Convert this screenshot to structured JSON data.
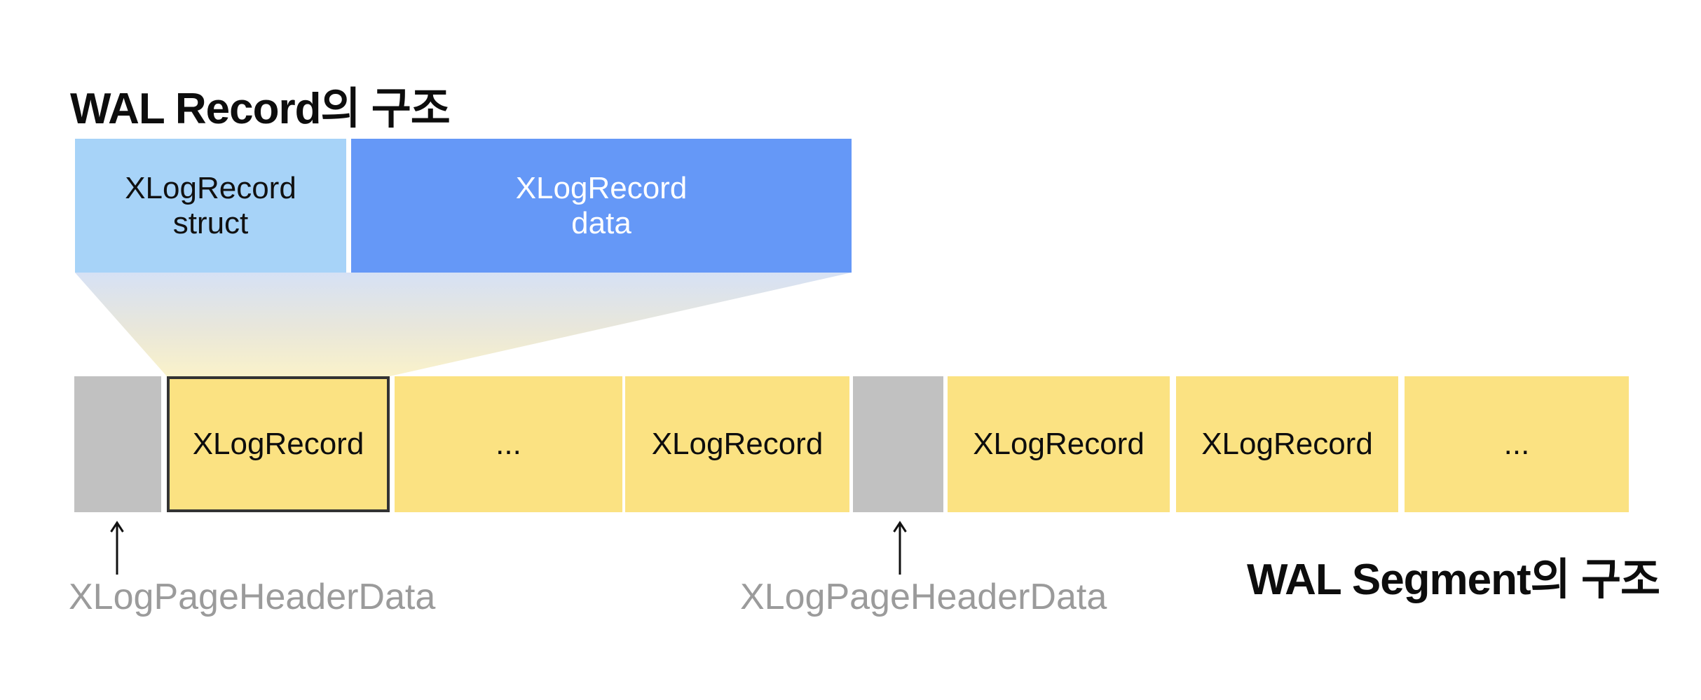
{
  "record_structure": {
    "title": "WAL Record의 구조",
    "boxes": [
      {
        "id": "struct",
        "label": "XLogRecord\nstruct",
        "fill": "#a7d3f8",
        "text_color": "#111111"
      },
      {
        "id": "data",
        "label": "XLogRecord\ndata",
        "fill": "#6598f7",
        "text_color": "#ffffff"
      }
    ]
  },
  "segment_structure": {
    "title": "WAL Segment의 구조",
    "cells": [
      {
        "type": "page-header",
        "label": ""
      },
      {
        "type": "record",
        "label": "XLogRecord",
        "highlighted": true
      },
      {
        "type": "record",
        "label": "..."
      },
      {
        "type": "record",
        "label": "XLogRecord"
      },
      {
        "type": "page-header",
        "label": ""
      },
      {
        "type": "record",
        "label": "XLogRecord"
      },
      {
        "type": "record",
        "label": "XLogRecord"
      },
      {
        "type": "record",
        "label": "..."
      }
    ],
    "annotations": [
      {
        "label": "XLogPageHeaderData"
      },
      {
        "label": "XLogPageHeaderData"
      }
    ]
  },
  "colors": {
    "record_struct_fill": "#a7d3f8",
    "record_data_fill": "#6598f7",
    "segment_record_fill": "#fbe282",
    "page_header_fill": "#c1c1c1",
    "highlight_border": "#333333",
    "annotation_text": "#9b9b9b",
    "title_text": "#0d0d0d",
    "funnel_top": "#d6e1f5",
    "funnel_bottom": "#faf2ca"
  }
}
